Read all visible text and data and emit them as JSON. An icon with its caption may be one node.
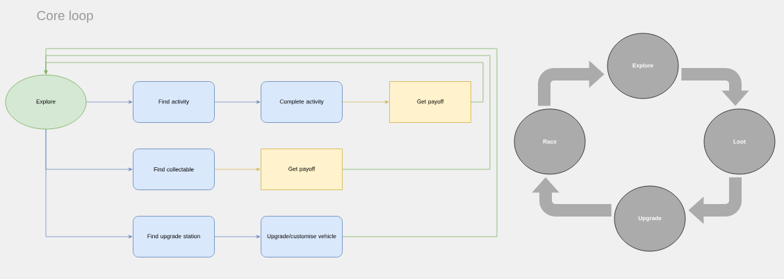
{
  "diagram": {
    "title": "Core loop",
    "nodes": [
      {
        "text": [
          "Explore"
        ]
      },
      {
        "text": [
          "Find activity"
        ]
      },
      {
        "text": [
          "Complete activity"
        ]
      },
      {
        "text": [
          "Get payoff"
        ]
      },
      {
        "text": [
          "Find collectable"
        ]
      },
      {
        "text": [
          "Get payoff"
        ]
      },
      {
        "text": [
          "Find upgrade station"
        ]
      },
      {
        "text": [
          "Upgrade/customise vehicle"
        ]
      },
      {
        "text": [
          "Explore"
        ]
      },
      {
        "text": [
          "Loot"
        ]
      },
      {
        "text": [
          "Upgrade"
        ]
      },
      {
        "text": [
          "Race"
        ]
      }
    ],
    "edges": [
      {
        "from": 0,
        "to": 1,
        "arrow": "to"
      },
      {
        "from": 1,
        "to": 2,
        "arrow": "to"
      },
      {
        "from": 2,
        "to": 3,
        "arrow": "to",
        "color": "#d6b656"
      },
      {
        "from": 0,
        "to": 4,
        "arrow": "to"
      },
      {
        "from": 4,
        "to": 5,
        "arrow": "to",
        "color": "#d6b656"
      },
      {
        "from": 0,
        "to": 6,
        "arrow": "to"
      },
      {
        "from": 6,
        "to": 7,
        "arrow": "to"
      },
      {
        "from": 3,
        "to": 0,
        "arrow": "to",
        "color": "#82b366"
      },
      {
        "from": 5,
        "to": 0,
        "arrow": "to",
        "color": "#82b366"
      },
      {
        "from": 7,
        "to": 0,
        "arrow": "to",
        "color": "#82b366"
      },
      {
        "from": 8,
        "to": 9,
        "arrow": "to",
        "style": "thick",
        "color": "#ababab"
      },
      {
        "from": 9,
        "to": 10,
        "arrow": "to",
        "style": "thick",
        "color": "#ababab"
      },
      {
        "from": 10,
        "to": 11,
        "arrow": "to",
        "style": "thick",
        "color": "#ababab"
      },
      {
        "from": 11,
        "to": 8,
        "arrow": "to",
        "style": "thick",
        "color": "#ababab"
      }
    ]
  }
}
